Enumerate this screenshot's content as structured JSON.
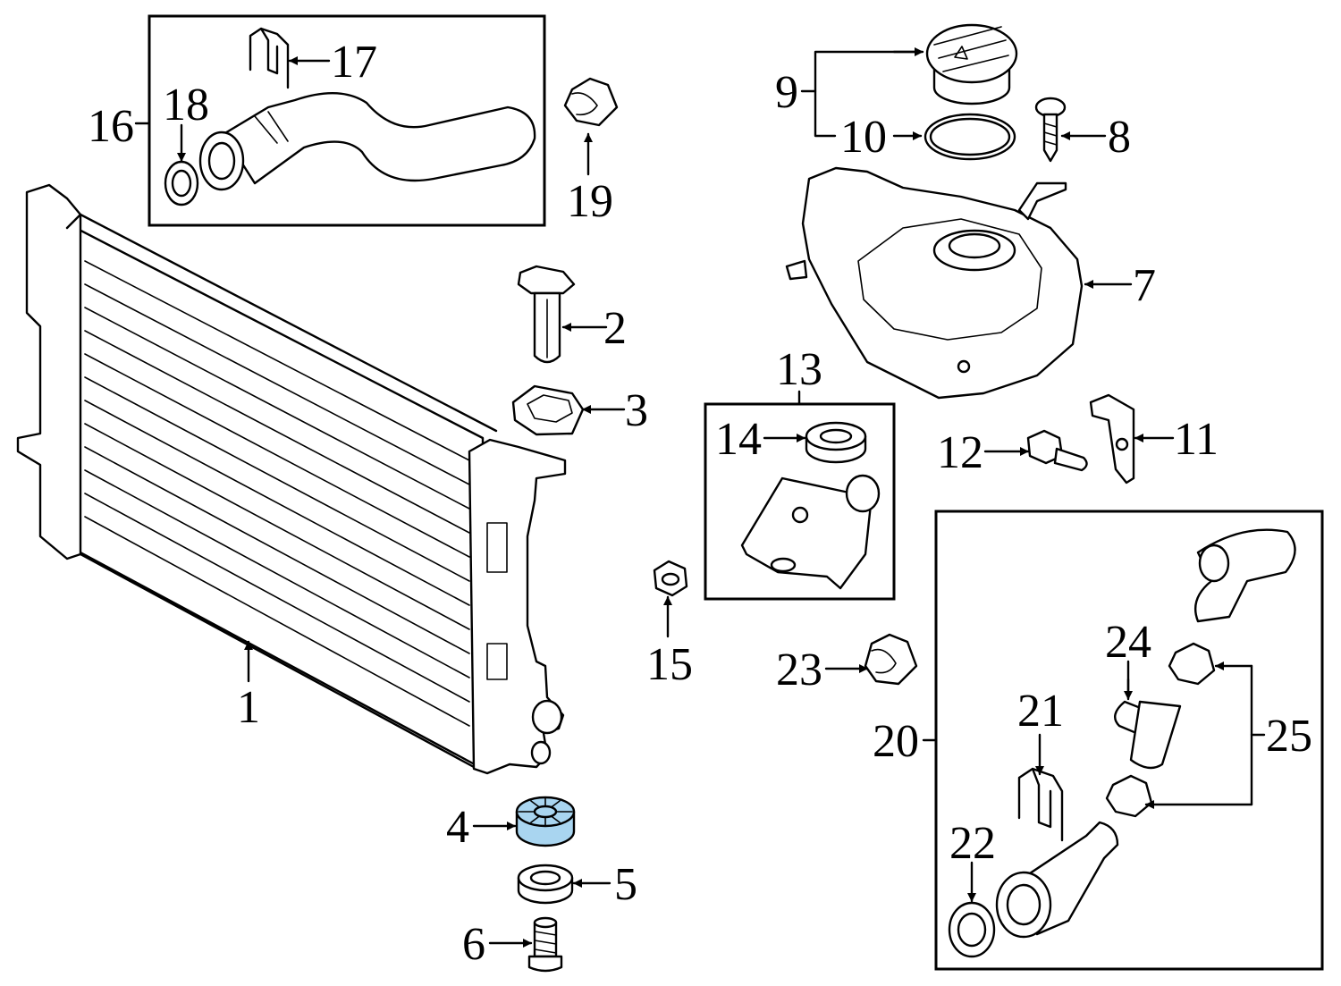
{
  "callouts": {
    "c1": "1",
    "c2": "2",
    "c3": "3",
    "c4": "4",
    "c5": "5",
    "c6": "6",
    "c7": "7",
    "c8": "8",
    "c9": "9",
    "c10": "10",
    "c11": "11",
    "c12": "12",
    "c13": "13",
    "c14": "14",
    "c15": "15",
    "c16": "16",
    "c17": "17",
    "c18": "18",
    "c19": "19",
    "c20": "20",
    "c21": "21",
    "c22": "22",
    "c23": "23",
    "c24": "24",
    "c25": "25"
  },
  "colors": {
    "line": "#000000",
    "highlight": "#a9d5f0",
    "background": "#ffffff"
  }
}
